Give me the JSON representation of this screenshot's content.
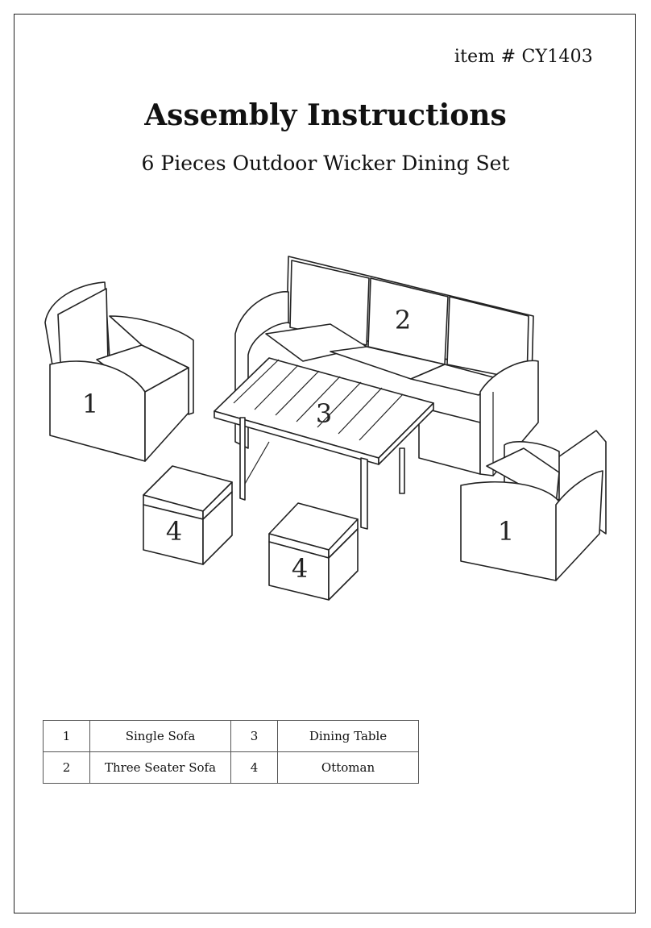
{
  "header": {
    "item_number": "item # CY1403",
    "title": "Assembly Instructions",
    "subtitle": "6 Pieces Outdoor Wicker Dining Set"
  },
  "illustration": {
    "labels": {
      "single_sofa_left": "1",
      "three_seater_sofa": "2",
      "dining_table": "3",
      "ottoman_left": "4",
      "ottoman_right": "4",
      "single_sofa_right": "1"
    }
  },
  "parts_table": {
    "rows": [
      {
        "num_a": "1",
        "name_a": "Single Sofa",
        "num_b": "3",
        "name_b": "Dining Table"
      },
      {
        "num_a": "2",
        "name_a": "Three Seater Sofa",
        "num_b": "4",
        "name_b": "Ottoman"
      }
    ]
  }
}
